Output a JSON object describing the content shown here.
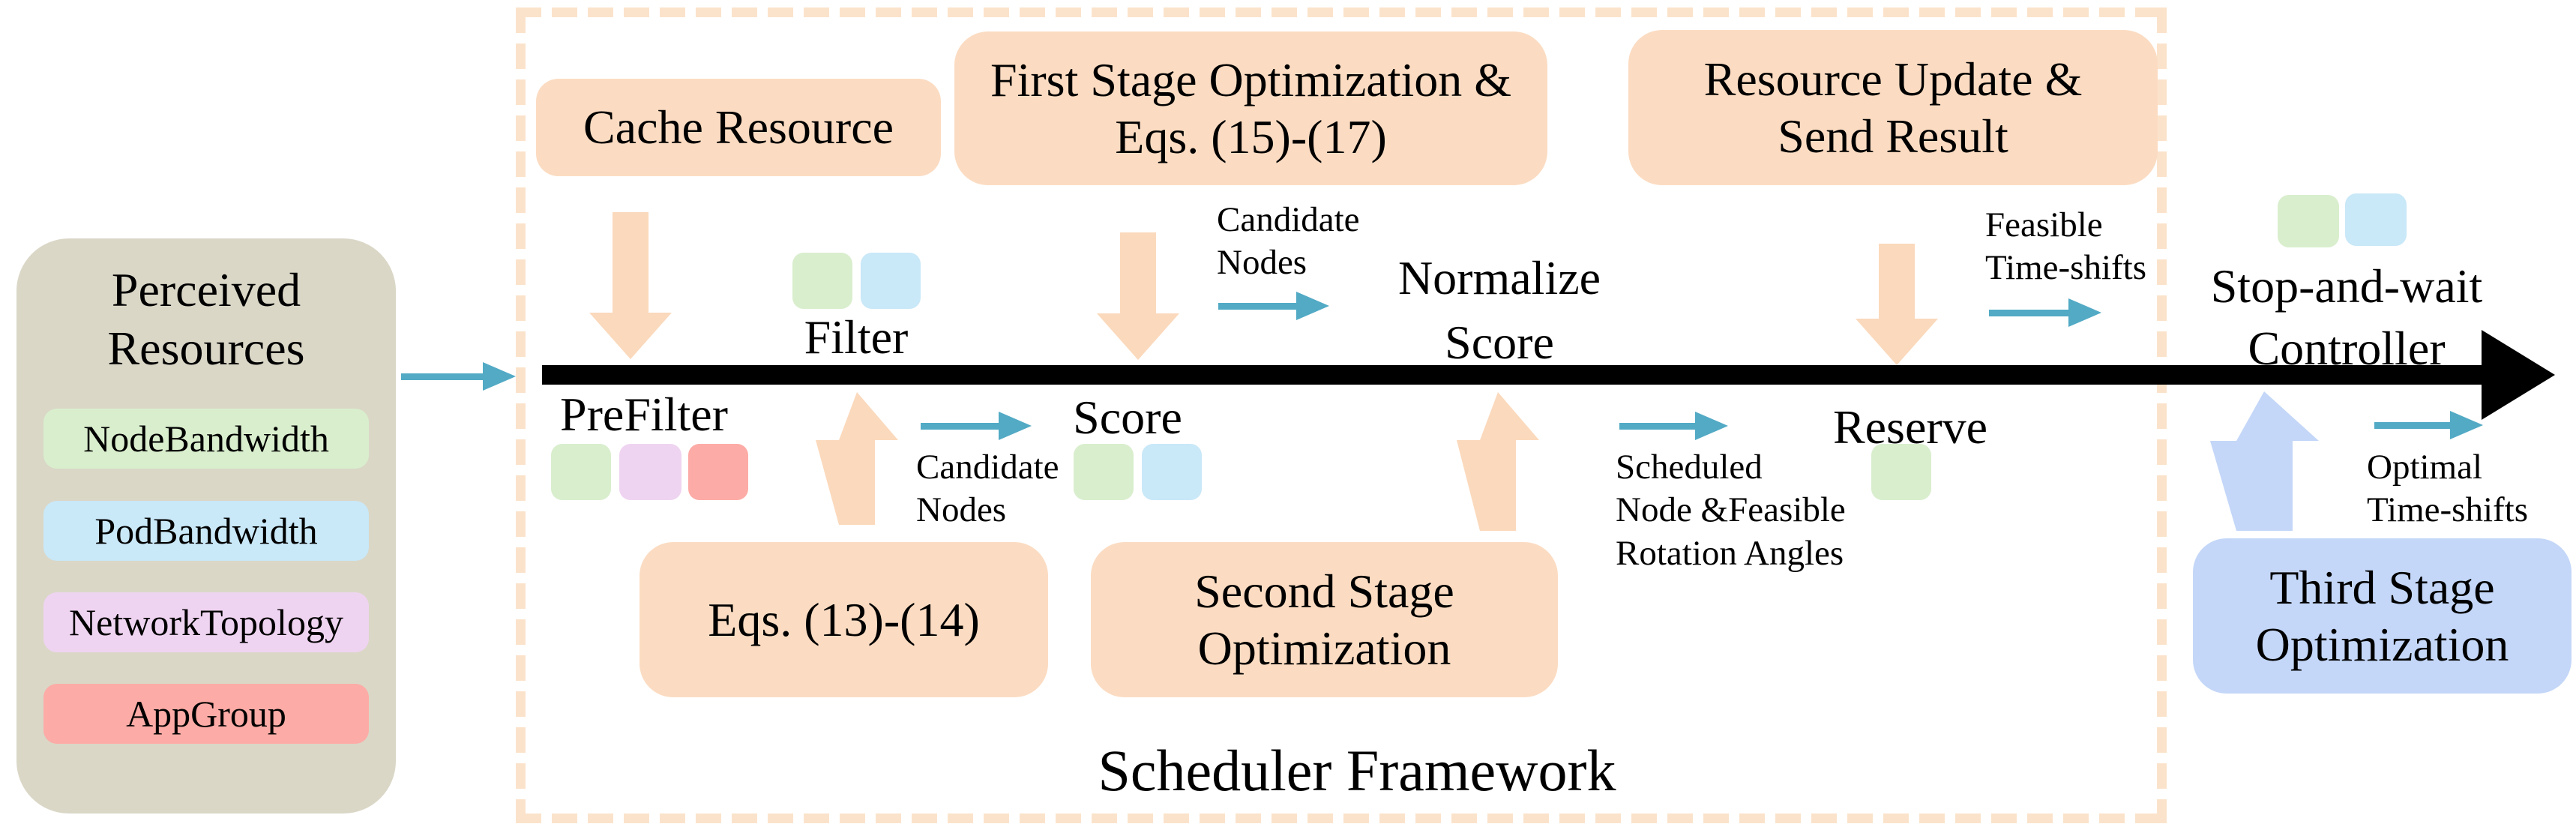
{
  "colors": {
    "teal_arrow": "#52aac5",
    "peach_box": "#fbdcc2",
    "dashed_border": "#fbe3cb",
    "green_chip": "#d9eecd",
    "blue_chip": "#c9e8f8",
    "purple_chip": "#efd4f1",
    "salmon_chip": "#fdaba6",
    "periwinkle": "#c4d7f8",
    "panel_tan": "#dad7c7",
    "timeline": "#000000"
  },
  "perceived": {
    "title_line1": "Perceived",
    "title_line2": "Resources",
    "items": [
      {
        "label": "NodeBandwidth",
        "color": "#d9eecd"
      },
      {
        "label": "PodBandwidth",
        "color": "#c9e8f8"
      },
      {
        "label": "NetworkTopology",
        "color": "#efd4f1"
      },
      {
        "label": "AppGroup",
        "color": "#fdaba6"
      }
    ]
  },
  "framework": {
    "title": "Scheduler Framework",
    "cache_box": "Cache Resource",
    "first_stage": {
      "line1": "First Stage Optimization &",
      "line2": "Eqs. (15)-(17)"
    },
    "resource_update": {
      "line1": "Resource Update &",
      "line2": "Send Result"
    },
    "eqs_box": "Eqs. (13)-(14)",
    "second_stage": {
      "line1": "Second Stage",
      "line2": "Optimization"
    },
    "stages": {
      "prefilter": "PreFilter",
      "filter": "Filter",
      "score": "Score",
      "normalize": {
        "line1": "Normalize",
        "line2": "Score"
      },
      "reserve": "Reserve"
    },
    "flows": {
      "candidate_above": {
        "line1": "Candidate",
        "line2": "Nodes"
      },
      "candidate_below": {
        "line1": "Candidate",
        "line2": "Nodes"
      },
      "feasible": {
        "line1": "Feasible",
        "line2": "Time-shifts"
      },
      "scheduled": {
        "line1": "Scheduled",
        "line2": "Node &Feasible",
        "line3": "Rotation Angles"
      }
    }
  },
  "right_side": {
    "controller": {
      "line1": "Stop-and-wait",
      "line2": "Controller"
    },
    "third_stage": {
      "line1": "Third Stage",
      "line2": "Optimization"
    },
    "optimal": {
      "line1": "Optimal",
      "line2": "Time-shifts"
    }
  }
}
